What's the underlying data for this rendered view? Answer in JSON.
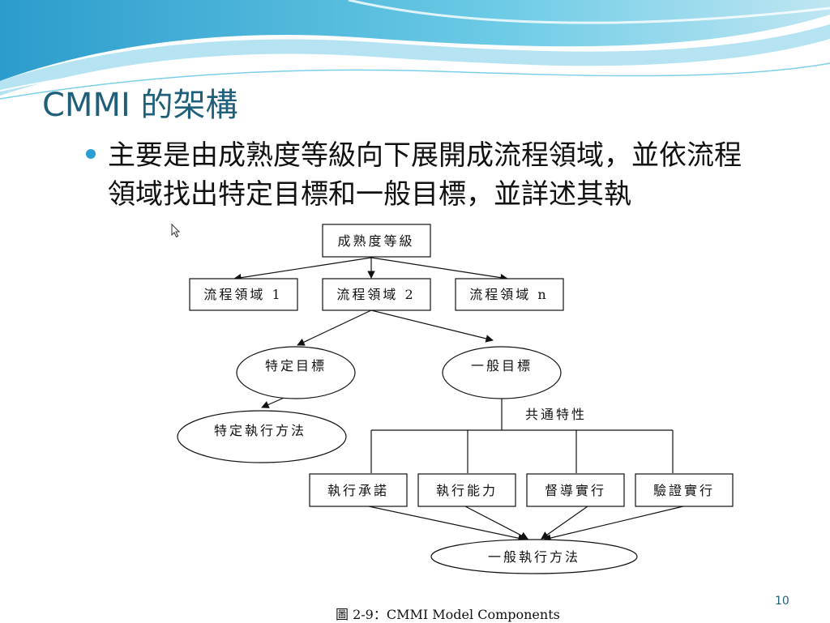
{
  "slide": {
    "title": "CMMI 的架構",
    "bullet": "主要是由成熟度等級向下展開成流程領域，並依流程領域找出特定目標和一般目標，並詳述其執",
    "page_number": "10"
  },
  "diagram": {
    "root": "成熟度等級",
    "process_areas": [
      "流程領域 1",
      "流程領域 2",
      "流程領域 n"
    ],
    "specific_goal": "特定目標",
    "generic_goal": "一般目標",
    "specific_practice": "特定執行方法",
    "common_features_label": "共通特性",
    "common_features": [
      "執行承諾",
      "執行能力",
      "督導實行",
      "驗證實行"
    ],
    "generic_practice": "一般執行方法",
    "caption": "圖 2-9：CMMI Model Components"
  },
  "colors": {
    "title": "#1f5f7a",
    "bullet": "#2a9fd6",
    "banner_light": "#bfe6f2",
    "banner_mid": "#5cc3e3",
    "banner_dark": "#2b9ccc"
  }
}
